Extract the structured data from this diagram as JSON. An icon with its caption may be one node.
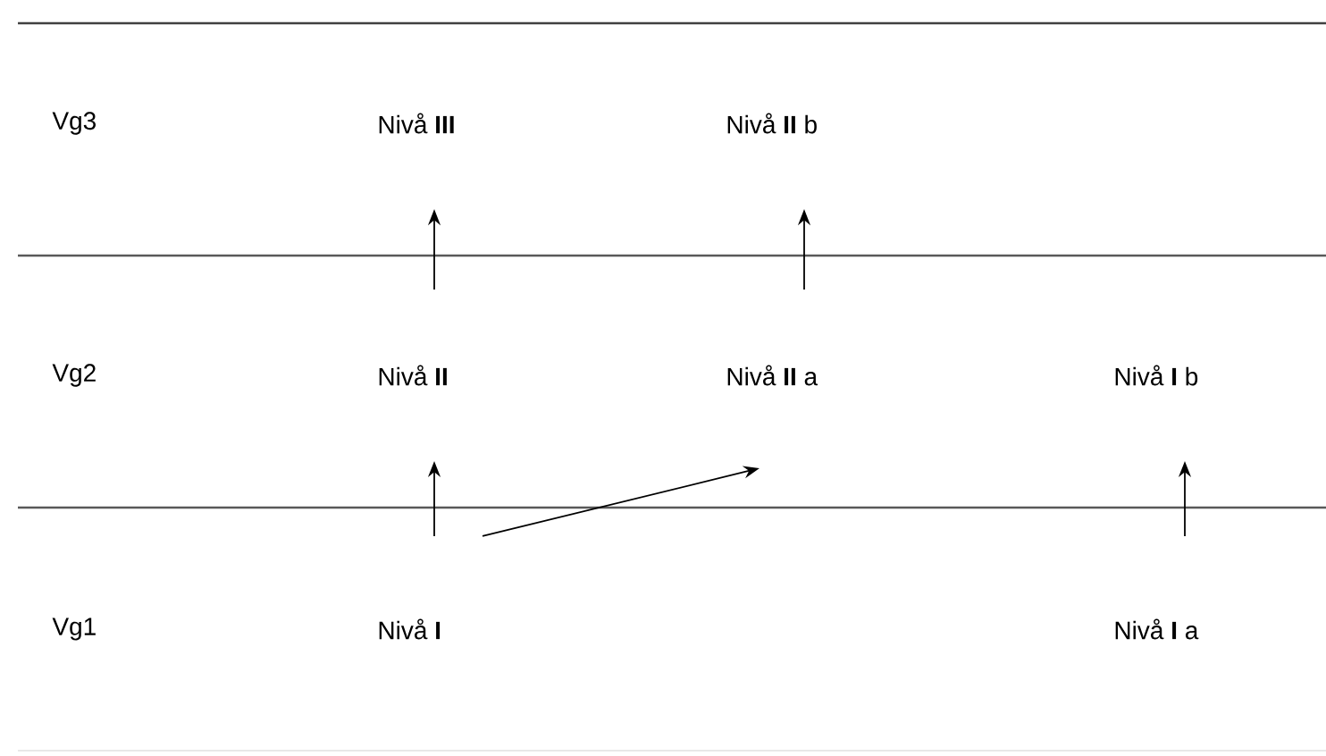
{
  "diagram": {
    "nodes": [
      {
        "text": [
          "Nivå **III**"
        ]
      },
      {
        "text": [
          "Nivå **II** b"
        ]
      },
      {
        "text": [
          "Nivå **II**"
        ]
      },
      {
        "text": [
          "Nivå **II** a"
        ]
      },
      {
        "text": [
          "Nivå **I** b"
        ]
      },
      {
        "text": [
          "Nivå **I**"
        ]
      },
      {
        "text": [
          "Nivå **I** a"
        ]
      }
    ],
    "edges": [
      {
        "from": 2,
        "to": 0,
        "arrow": "to"
      },
      {
        "from": 3,
        "to": 1,
        "arrow": "to"
      },
      {
        "from": 5,
        "to": 2,
        "arrow": "to"
      },
      {
        "from": 5,
        "to": 3,
        "arrow": "to"
      },
      {
        "from": 6,
        "to": 4,
        "arrow": "to"
      }
    ],
    "labels": [
      "Vg3",
      "Vg2",
      "Vg1"
    ]
  }
}
